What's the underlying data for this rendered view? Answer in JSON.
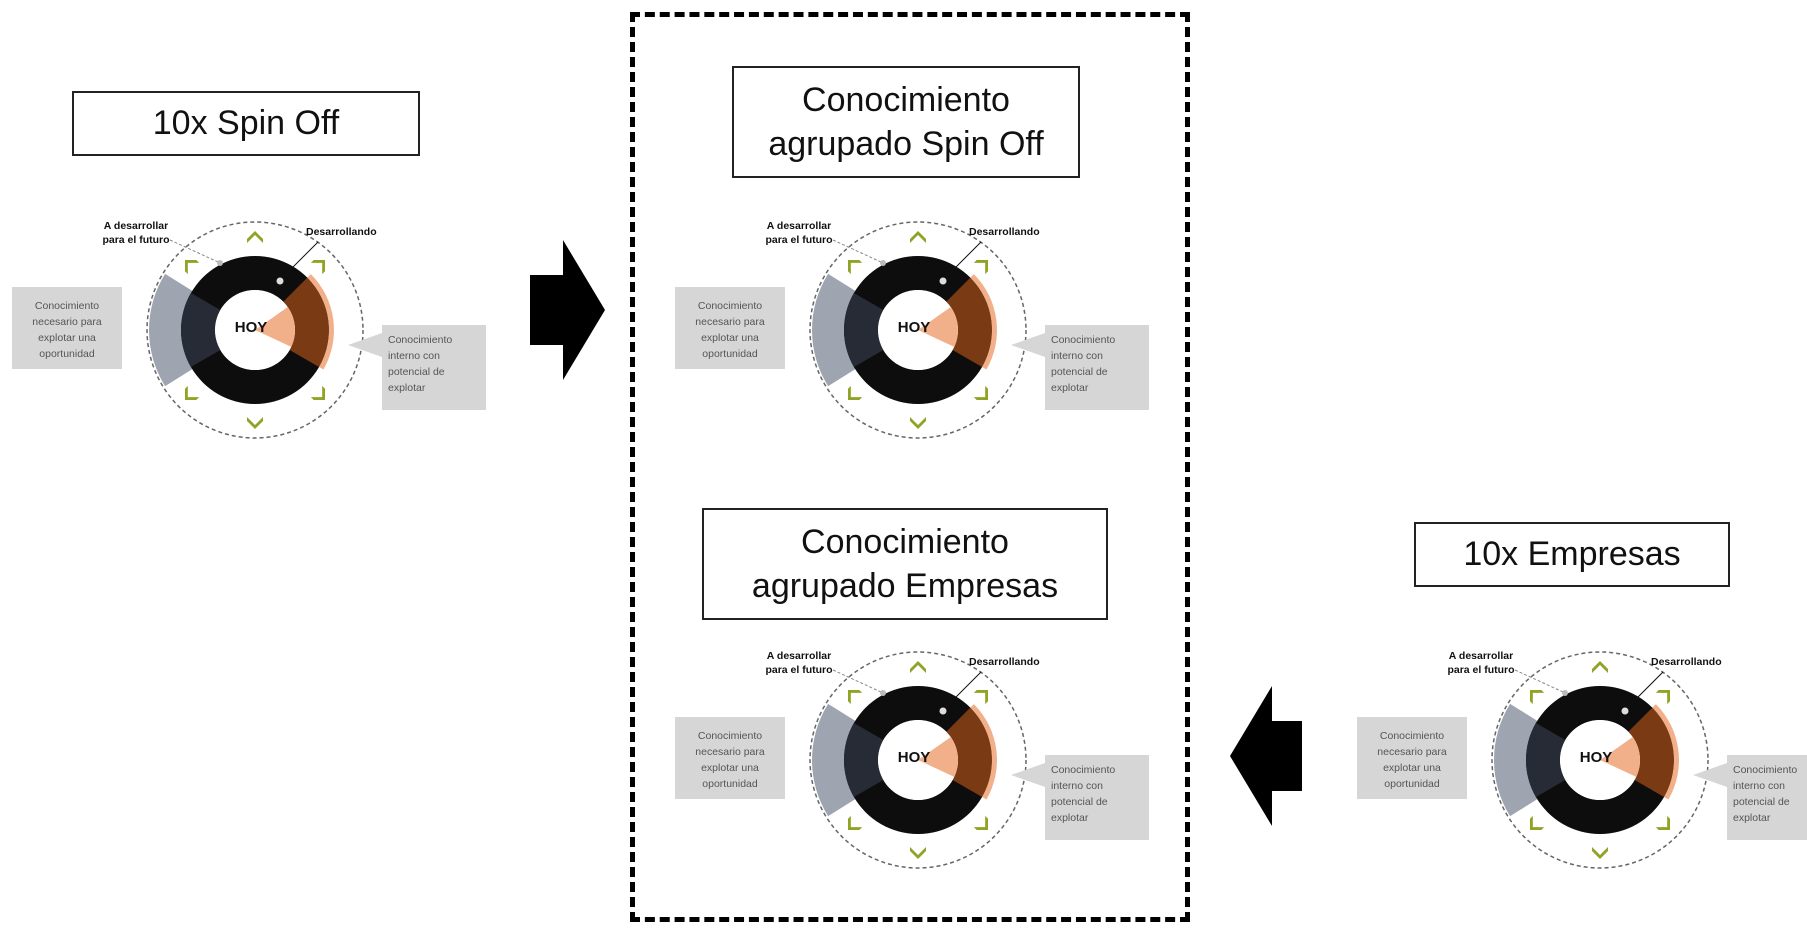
{
  "boxes": {
    "spin_off_10x": "10x Spin Off",
    "spin_off_grouped": "Conocimiento\nagrupado Spin Off",
    "empresas_grouped": "Conocimiento\nagrupado Empresas",
    "empresas_10x": "10x Empresas"
  },
  "wheel": {
    "center": "HOY",
    "top_left_label_1": "A desarrollar",
    "top_left_label_2": "para el futuro",
    "top_right_label": "Desarrollando",
    "left_label": [
      "Conocimiento",
      "necesario para",
      "explotar una",
      "oportunidad"
    ],
    "right_label": [
      "Conocimiento",
      "interno con",
      "potencial de",
      "explotar"
    ]
  },
  "colors": {
    "ring_dark": "#0d0d0d",
    "left_segment": "#262b36",
    "left_band": "#9ea5b0",
    "right_segment": "#7a3a14",
    "inner_wedge": "#f2b08a",
    "chevron": "#8fa425",
    "label_box": "#d6d6d6"
  }
}
